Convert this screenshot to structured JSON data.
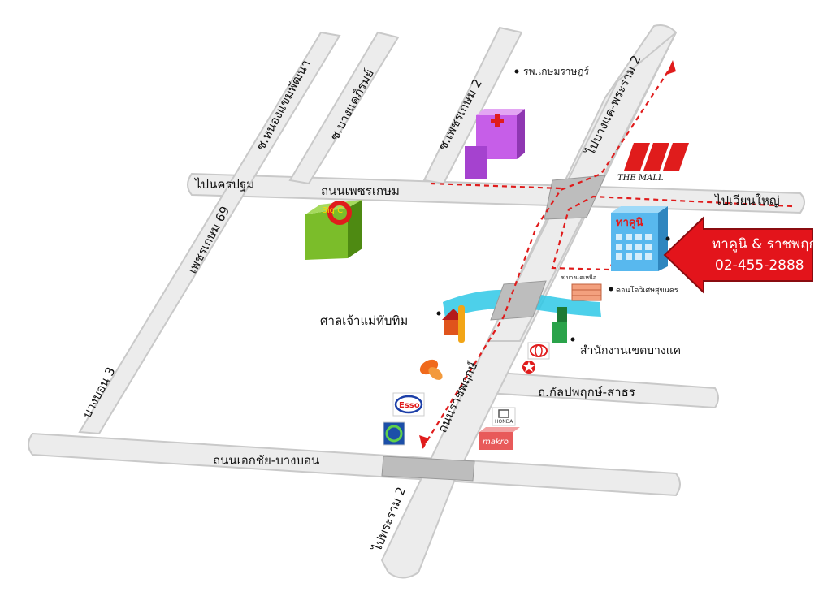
{
  "roads": {
    "phetkasem": "ถนนเพชรเกษม",
    "to_nakhon_pathom": "ไปนครปฐม",
    "to_wongwian_yai": "ไปเวียนใหญ่",
    "ekkachai": "ถนนเอกชัย-บางบอน",
    "kalapaphruek": "ถ.กัลปพฤกษ์-สาธร",
    "petchkasem_69": "เพชรเกษม 69",
    "soi_3": "บางบอน 3",
    "soi_a": "ซ.หนองแขมพัฒนา",
    "soi_b": "ซ.บางแคภิรมย์",
    "soi_c": "ซ.เพชรเกษม 2",
    "ratchaphruek": "ถนนราชพฤกษ์",
    "right_upper": "ไปบางแค-พระราม 2",
    "bottom_right": "ไปพระราม 2"
  },
  "places": {
    "kasemrad_hospital": "รพ.เกษมราษฎร์",
    "the_mall": "THE MALL",
    "big_c": "Big C",
    "shrine": "ศาลเจ้าแม่ทับทิม",
    "district_office": "สำนักงานเขตบางแค",
    "condo": "คอนโดวิเศษสุขนคร",
    "alley_small": "ซ.บางแคเหนือ",
    "takuni_building": "ทาคูนิ",
    "esso": "Esso",
    "honda": "HONDA",
    "makro": "makro"
  },
  "callout": {
    "line1": "ทาคูนิ & ราชพฤกษ์ฯ",
    "line2": "02-455-2888",
    "color": "#e3141b"
  },
  "colors": {
    "road_fill": "#ececec",
    "route": "#e01c1c",
    "canal": "#2ec8e6",
    "hospital": "#b64ce0",
    "bigc_green": "#7bbd2a",
    "building_blue": "#58b8ee"
  }
}
